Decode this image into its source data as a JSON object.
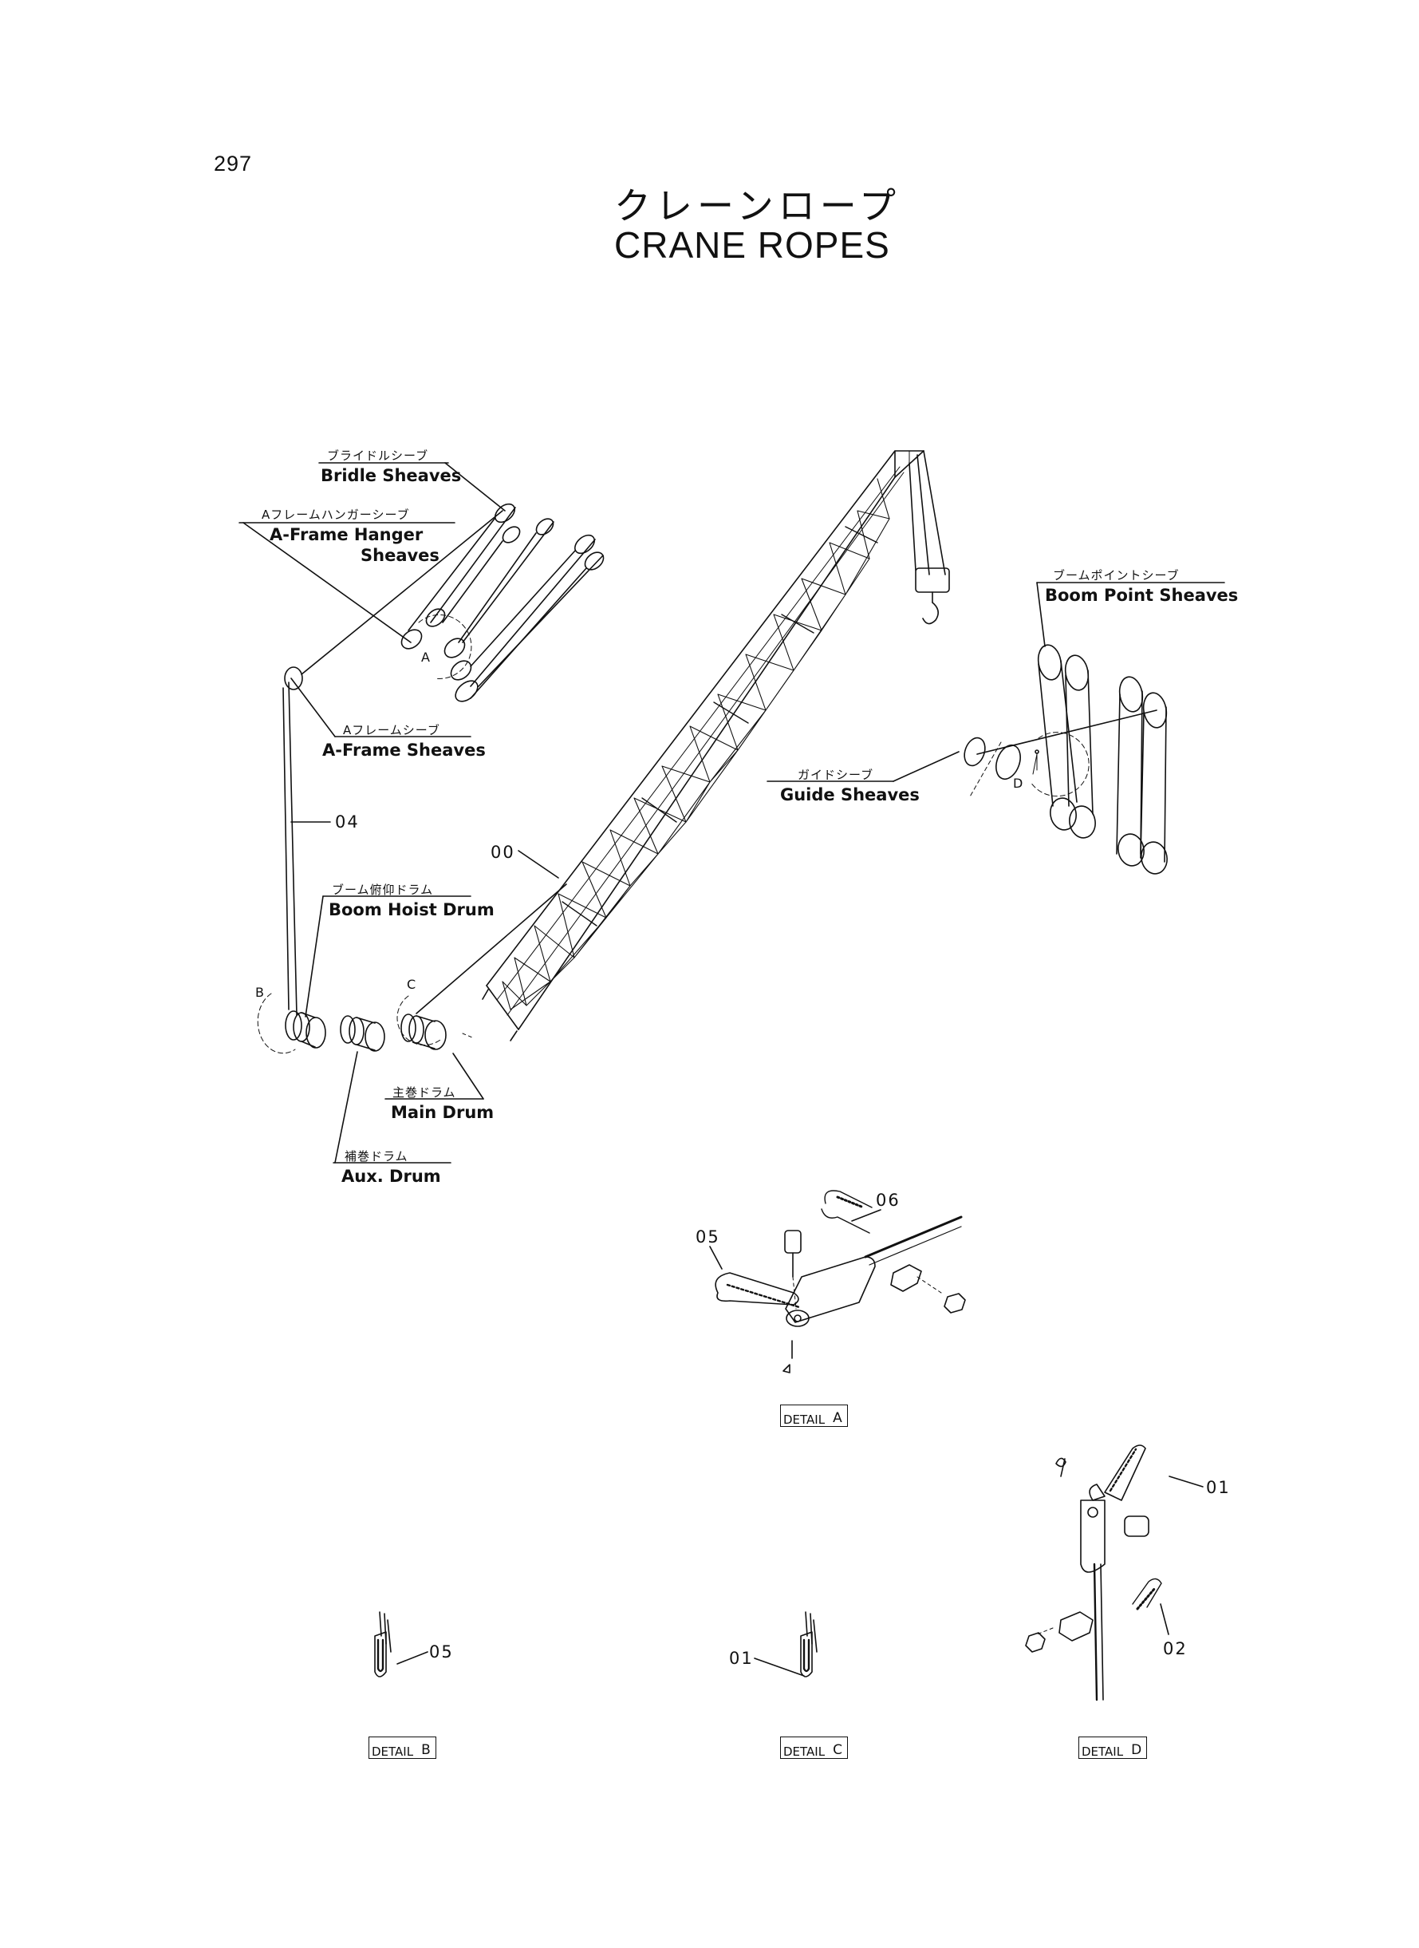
{
  "page_number": "297",
  "title_ja": "クレーンロープ",
  "title_en": "CRANE ROPES",
  "labels": {
    "bridle_ja": "ブライドルシーブ",
    "bridle_en": "Bridle Sheaves",
    "aframe_hanger_ja": "Aフレームハンガーシーブ",
    "aframe_hanger_en1": "A-Frame Hanger",
    "aframe_hanger_en2": "Sheaves",
    "aframe_ja": "Aフレームシーブ",
    "aframe_en": "A-Frame Sheaves",
    "boom_hoist_ja": "ブーム俯仰ドラム",
    "boom_hoist_en": "Boom Hoist Drum",
    "main_drum_ja": "主巻ドラム",
    "main_drum_en": "Main Drum",
    "aux_drum_ja": "補巻ドラム",
    "aux_drum_en": "Aux. Drum",
    "boom_point_ja": "ブームポイントシーブ",
    "boom_point_en": "Boom Point Sheaves",
    "guide_ja": "ガイドシーブ",
    "guide_en": "Guide Sheaves"
  },
  "callouts": {
    "c00": "00",
    "c01": "01",
    "c01b": "01",
    "c02": "02",
    "c04": "04",
    "c05": "05",
    "c05b": "05",
    "c06": "06"
  },
  "detail_letters": {
    "a": "A",
    "b": "B",
    "c": "C",
    "d": "D"
  },
  "detail_boxes": {
    "word": "DETAIL",
    "a": "A",
    "b": "B",
    "c": "C",
    "d": "D"
  }
}
